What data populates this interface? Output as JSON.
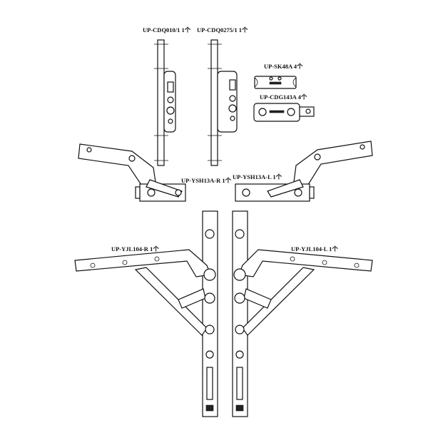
{
  "parts": {
    "lock_bar_1": {
      "label": "UP-CDQ010/1 1个"
    },
    "lock_bar_2": {
      "label": "UP-CDQ0275/1 1个"
    },
    "keeper_sk48a": {
      "label": "UP-SK48A 4个"
    },
    "keeper_cdg143a": {
      "label": "UP-CDG143A 4个"
    },
    "stay_ysh13a_r": {
      "label": "UP-YSH13A-R 1个"
    },
    "stay_ysh13a_l": {
      "label": "UP-YSH13A-L 1个"
    },
    "hinge_yjl104_r": {
      "label": "UP-YJL104-R 1个"
    },
    "hinge_yjl104_l": {
      "label": "UP-YJL104-L 1个"
    }
  },
  "colors": {
    "line": "#111111",
    "background": "#ffffff"
  }
}
